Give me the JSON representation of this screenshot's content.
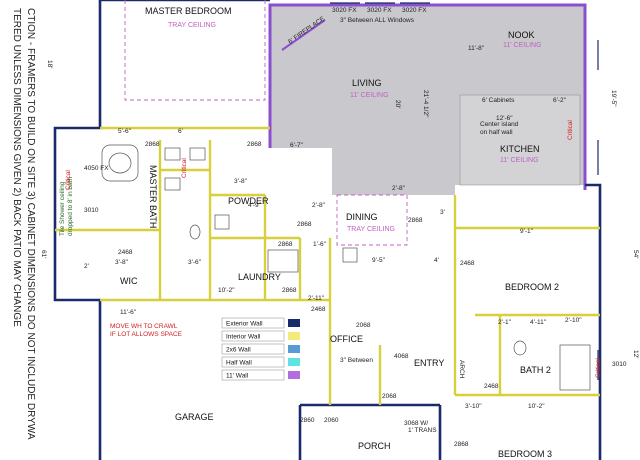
{
  "rooms": {
    "master_bedroom": "MASTER BEDROOM",
    "tray_ceiling": "TRAY CEILING",
    "living": "LIVING",
    "nook": "NOOK",
    "kitchen": "KITCHEN",
    "ceiling_11": "11' CEILING",
    "master_bath": "MASTER BATH",
    "powder": "POWDER",
    "dining": "DINING",
    "laundry": "LAUNDRY",
    "wic": "WIC",
    "bedroom2": "BEDROOM 2",
    "office": "OFFICE",
    "entry": "ENTRY",
    "bath2": "BATH 2",
    "garage": "GARAGE",
    "porch": "PORCH",
    "bedroom3": "BEDROOM 3"
  },
  "notes": {
    "side_line1": "TERED  UNLESS DIMENSIONS GIVEN 2) BACK PATIO MAY CHANGE",
    "side_line2": "CTION - FRAMERS TO BUILD ON SITE 3) CABINET DIMENSIONS DO NOT INCLUDE DRYWA",
    "between_windows": "3\" Between ALL Windows",
    "between": "3\" Between",
    "fireplace": "6' FIREPLACE",
    "move_wh": "MOVE WH TO CRAWL",
    "move_wh2": "IF LOT ALLOWS SPACE",
    "tile_shower": "Tile Shower ceiling",
    "tile_shower2": "dropped to 8' in bath",
    "critical": "Critical",
    "cabinets": "6' Cabinets",
    "center_island": "Center island",
    "on_half_wall": "on half wall",
    "arch": "ARCH",
    "trans": "1' TRANS"
  },
  "dims": {
    "fx": "3020 FX",
    "d5_6": "5'-6\"",
    "d6": "6'",
    "d2868": "2868",
    "d2468": "2468",
    "d2060": "2060",
    "d2860": "2860",
    "d2068": "2068",
    "d4068": "4068",
    "d3068": "3068 W/",
    "d3010": "3010",
    "d4050": "4050 FX",
    "d6_7": "6'-7\"",
    "d3_8": "3'-8\"",
    "d3_6": "3'-6\"",
    "d2_8": "2'-8\"",
    "d4_9": "4'-9\"",
    "d1_6": "1'-6\"",
    "d9_5": "9'-5\"",
    "d9_1": "9'-1\"",
    "d4": "4'",
    "d2_11": "2'-11\"",
    "d10_2": "10'-2\"",
    "d11_6": "11'-6\"",
    "d11_8": "11'-8\"",
    "d12_6": "12'-6\"",
    "d6_2": "6'-2\"",
    "d4_11": "4'-11\"",
    "d2_10": "2'-10\"",
    "d3_10": "3'-10\"",
    "d2_1": "2'-1\"",
    "d18": "18'",
    "d54": "54'",
    "d61": "61'",
    "d12": "12'",
    "d20": "20'",
    "d21": "21'-4 1/2\"",
    "d19": "19'-5\"",
    "d3": "3'",
    "d2": "2'"
  },
  "legend": {
    "items": [
      {
        "label": "Exterior Wall",
        "color": "#1b2a6b"
      },
      {
        "label": "Interior Wall",
        "color": "#f2ea7a"
      },
      {
        "label": "2x6 Wall",
        "color": "#5b9bd5"
      },
      {
        "label": "Half Wall",
        "color": "#5ee3e3"
      },
      {
        "label": "11' Wall",
        "color": "#b06ee0"
      }
    ]
  },
  "colors": {
    "exterior": "#1b2a6b",
    "interior": "#d8cf3c",
    "eleven_wall": "#8a4fd0",
    "gray_fill": "#c9c9cd",
    "tray": "#c060c0",
    "critical": "#d02020",
    "move_wh": "#d02020",
    "tile": "#2a6a2a"
  }
}
